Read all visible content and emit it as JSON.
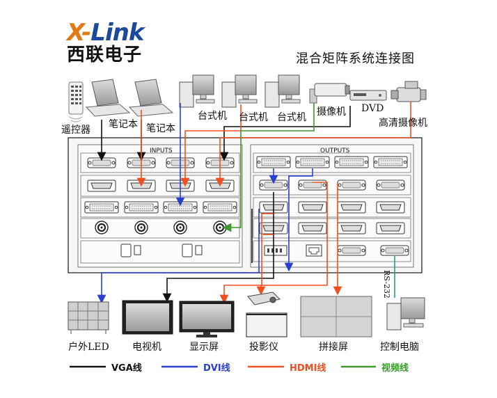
{
  "logo": {
    "brand_x": "X-",
    "brand_rest": "Link",
    "company": "西联电子"
  },
  "title": "混合矩阵系统连接图",
  "inputs_label": "INPUTS",
  "outputs_label": "OUTPUTS",
  "rs232_label": "RS-232",
  "sources": {
    "remote": "遥控器",
    "laptop1": "笔记本",
    "laptop2": "笔记本",
    "desktop1": "台式机",
    "desktop2": "台式机",
    "desktop3": "台式机",
    "camera": "摄像机",
    "dvd": "DVD",
    "hdcam": "高清摄像机"
  },
  "outputs": {
    "led": "户外LED",
    "tv": "电视机",
    "monitor": "显示屏",
    "projector": "投影仪",
    "videowall": "拼接屏",
    "pc": "控制电脑"
  },
  "legend": [
    {
      "label": "VGA线",
      "color": "#111111"
    },
    {
      "label": "DVI线",
      "color": "#2a3fd0"
    },
    {
      "label": "HDMI线",
      "color": "#f05020"
    },
    {
      "label": "视频线",
      "color": "#3a9a2a"
    }
  ],
  "colors": {
    "vga": "#111111",
    "dvi": "#2a3fd0",
    "hdmi": "#f05020",
    "video": "#3a9a2a",
    "rs232": "#2a9a8a",
    "brand_blue": "#1b4a9c",
    "brand_orange": "#e07a17"
  }
}
